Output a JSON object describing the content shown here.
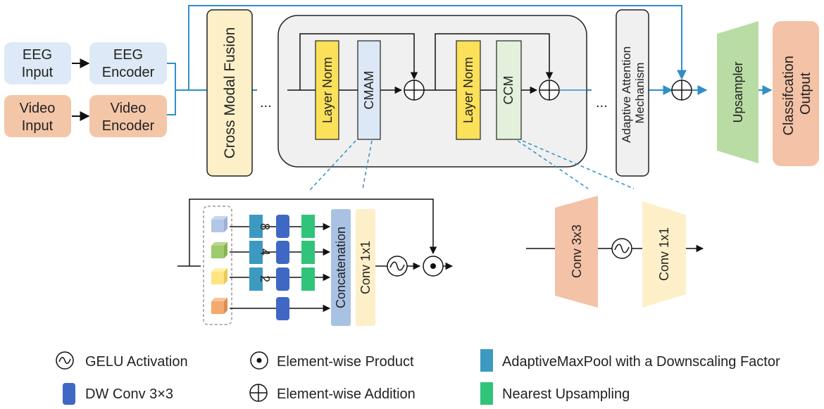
{
  "colors": {
    "line_blue": "#2f8fc6",
    "eeg_fill": "#dde9f6",
    "video_fill": "#f4c6a8",
    "fusion_fill": "#fdf0c8",
    "layernorm_fill": "#fbe05a",
    "cmam_fill": "#dce8f5",
    "ccm_fill": "#e3f0dc",
    "transformer_bg": "#f0f0f0",
    "upsampler_fill": "#b9dca4",
    "classification_fill": "#f4c2a6",
    "pool_fill": "#3c9ac0",
    "dwconv_fill": "#3f67c4",
    "upsample_fill": "#2fc47a",
    "concat_fill": "#a9c2e4",
    "conv1x1_fill": "#fdf0c8",
    "conv3x3_fill": "#f4c2a6"
  },
  "inputs": {
    "eeg_input": [
      "EEG",
      "Input"
    ],
    "eeg_encoder": [
      "EEG",
      "Encoder"
    ],
    "video_input": [
      "Video",
      "Input"
    ],
    "video_encoder": [
      "Video",
      "Encoder"
    ]
  },
  "main": {
    "fusion_label": "Cross Modal Fusion",
    "ellipsis": "...",
    "layer_norm": "Layer Norm",
    "cmam": "CMAM",
    "ccm": "CCM",
    "adaptive_attention": [
      "Adaptive Attention",
      "Mechanism"
    ],
    "upsampler": "Upsampler",
    "classification": [
      "Classifcation",
      "Output"
    ]
  },
  "cmam_detail": {
    "factors": [
      "8",
      "4",
      "2"
    ],
    "concatenation": "Concatenation",
    "conv1x1": "Conv 1x1"
  },
  "ccm_detail": {
    "conv3x3": "Conv 3x3",
    "conv1x1": "Conv 1x1"
  },
  "legend": {
    "gelu": "GELU Activation",
    "product": "Element-wise Product",
    "pool": "AdaptiveMaxPool with a Downscaling Factor",
    "dwconv": "DW Conv 3×3",
    "addition": "Element-wise Addition",
    "upsampling": "Nearest Upsampling"
  }
}
